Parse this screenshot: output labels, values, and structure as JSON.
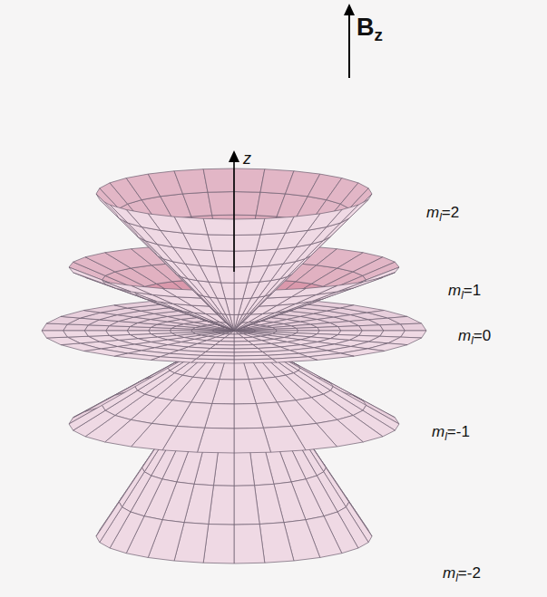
{
  "diagram": {
    "labels": [
      "Bz",
      "z",
      "ml=2",
      "ml=1",
      "ml=0",
      "ml=-1",
      "ml=-2"
    ]
  }
}
